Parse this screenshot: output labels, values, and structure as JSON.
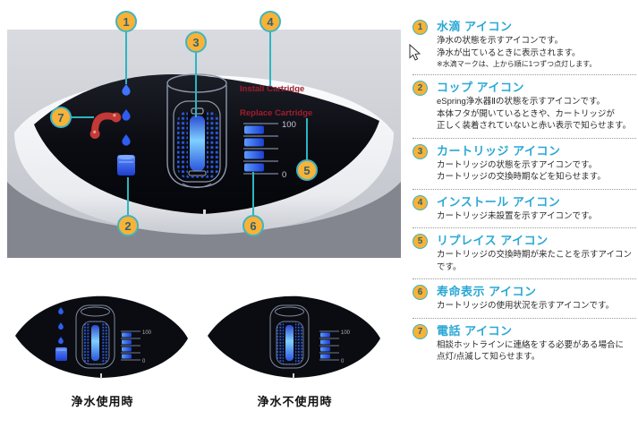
{
  "photo": {
    "display": {
      "install_label": "Install Cartridge",
      "replace_label": "Replace Cartridge",
      "gauge_max": "100",
      "gauge_min": "0"
    },
    "callouts": [
      {
        "num": "1"
      },
      {
        "num": "2"
      },
      {
        "num": "3"
      },
      {
        "num": "4"
      },
      {
        "num": "5"
      },
      {
        "num": "6"
      },
      {
        "num": "7"
      }
    ]
  },
  "panels": [
    {
      "label": "浄水使用時",
      "gauge_max": "100",
      "gauge_min": "0"
    },
    {
      "label": "浄水不使用時",
      "gauge_max": "100",
      "gauge_min": "0"
    }
  ],
  "legend": {
    "items": [
      {
        "num": "1",
        "title": "水滴 アイコン",
        "lines": [
          "浄水の状態を示すアイコンです。",
          "浄水が出ているときに表示されます。"
        ],
        "note": "※水滴マークは、上から順に1つずつ点灯します。"
      },
      {
        "num": "2",
        "title": "コップ アイコン",
        "lines": [
          "eSpring浄水器Ⅱの状態を示すアイコンです。",
          "本体フタが開いているときや、カートリッジが",
          "正しく装着されていないと赤い表示で知らせます。"
        ]
      },
      {
        "num": "3",
        "title": "カートリッジ アイコン",
        "lines": [
          "カートリッジの状態を示すアイコンです。",
          "カートリッジの交換時期などを知らせます。"
        ]
      },
      {
        "num": "4",
        "title": "インストール アイコン",
        "lines": [
          "カートリッジ未設置を示すアイコンです。"
        ]
      },
      {
        "num": "5",
        "title": "リプレイス アイコン",
        "lines": [
          "カートリッジの交換時期が来たことを示すアイコンです。"
        ]
      },
      {
        "num": "6",
        "title": "寿命表示 アイコン",
        "lines": [
          "カートリッジの使用状況を示すアイコンです。"
        ]
      },
      {
        "num": "7",
        "title": "電話 アイコン",
        "lines": [
          "相談ホットラインに連絡をする必要がある場合に",
          "点灯/点滅して知らせます。"
        ]
      }
    ]
  },
  "colors": {
    "callout_fill": "#f9b235",
    "callout_ring": "#3eb4c4",
    "leader_teal": "#2cb5c0",
    "legend_heading": "#2aa8d5",
    "display_red_text": "#a01e2e",
    "icon_blue": "#2d5ef2",
    "phone_red": "#c23936"
  }
}
